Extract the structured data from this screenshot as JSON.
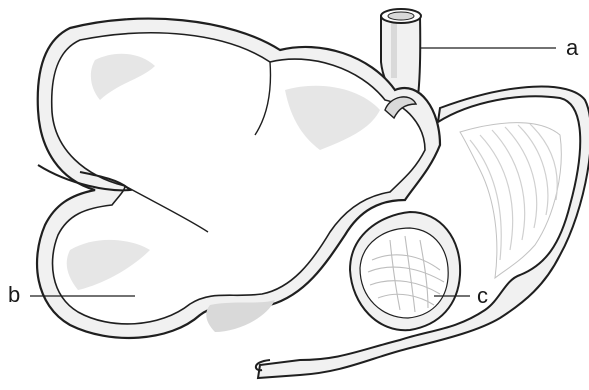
{
  "labels": {
    "a": "a",
    "b": "b",
    "c": "c"
  },
  "colors": {
    "outline": "#1f1f1f",
    "fill": "#f1f1f1",
    "shade": "#d9d9d9",
    "detail": "#c2c2c2",
    "background": "#ffffff"
  }
}
